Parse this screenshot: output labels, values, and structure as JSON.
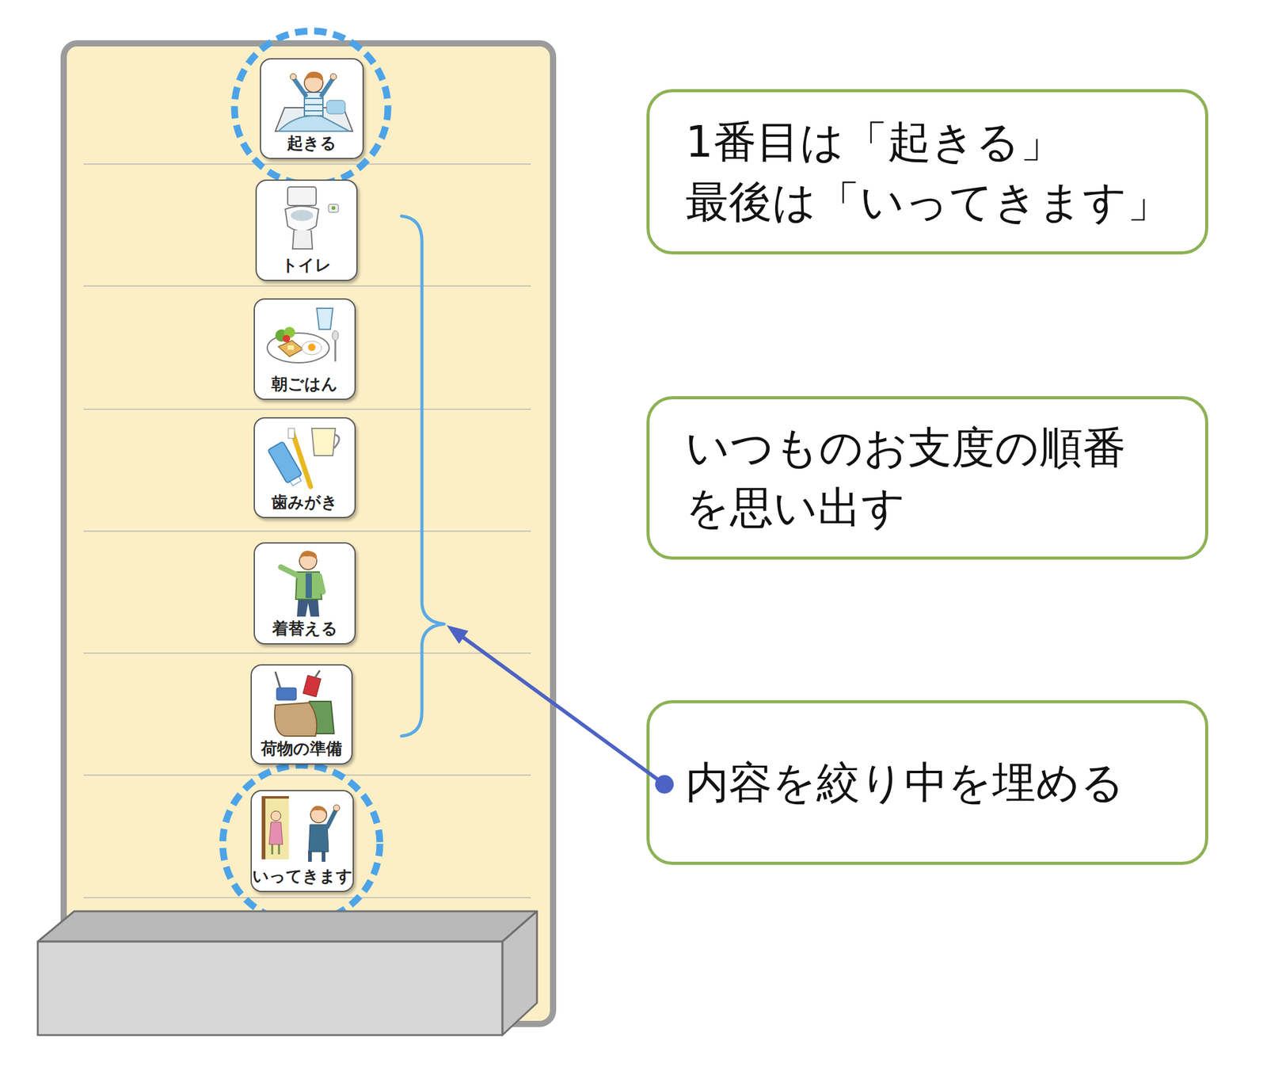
{
  "diagram": {
    "nodes": [
      {
        "text": [
          "起きる"
        ]
      },
      {
        "text": [
          "トイレ"
        ]
      },
      {
        "text": [
          "朝ごはん"
        ]
      },
      {
        "text": [
          "歯みがき"
        ]
      },
      {
        "text": [
          "着替える"
        ]
      },
      {
        "text": [
          "荷物の準備"
        ]
      },
      {
        "text": [
          "いってきます"
        ]
      },
      {
        "text": [
          "1番目は「起きる」 最後は「いってきます」"
        ]
      },
      {
        "text": [
          "いつものお支度の順番 を思い出す"
        ]
      },
      {
        "text": [
          "内容を絞り中を埋める"
        ]
      }
    ]
  }
}
